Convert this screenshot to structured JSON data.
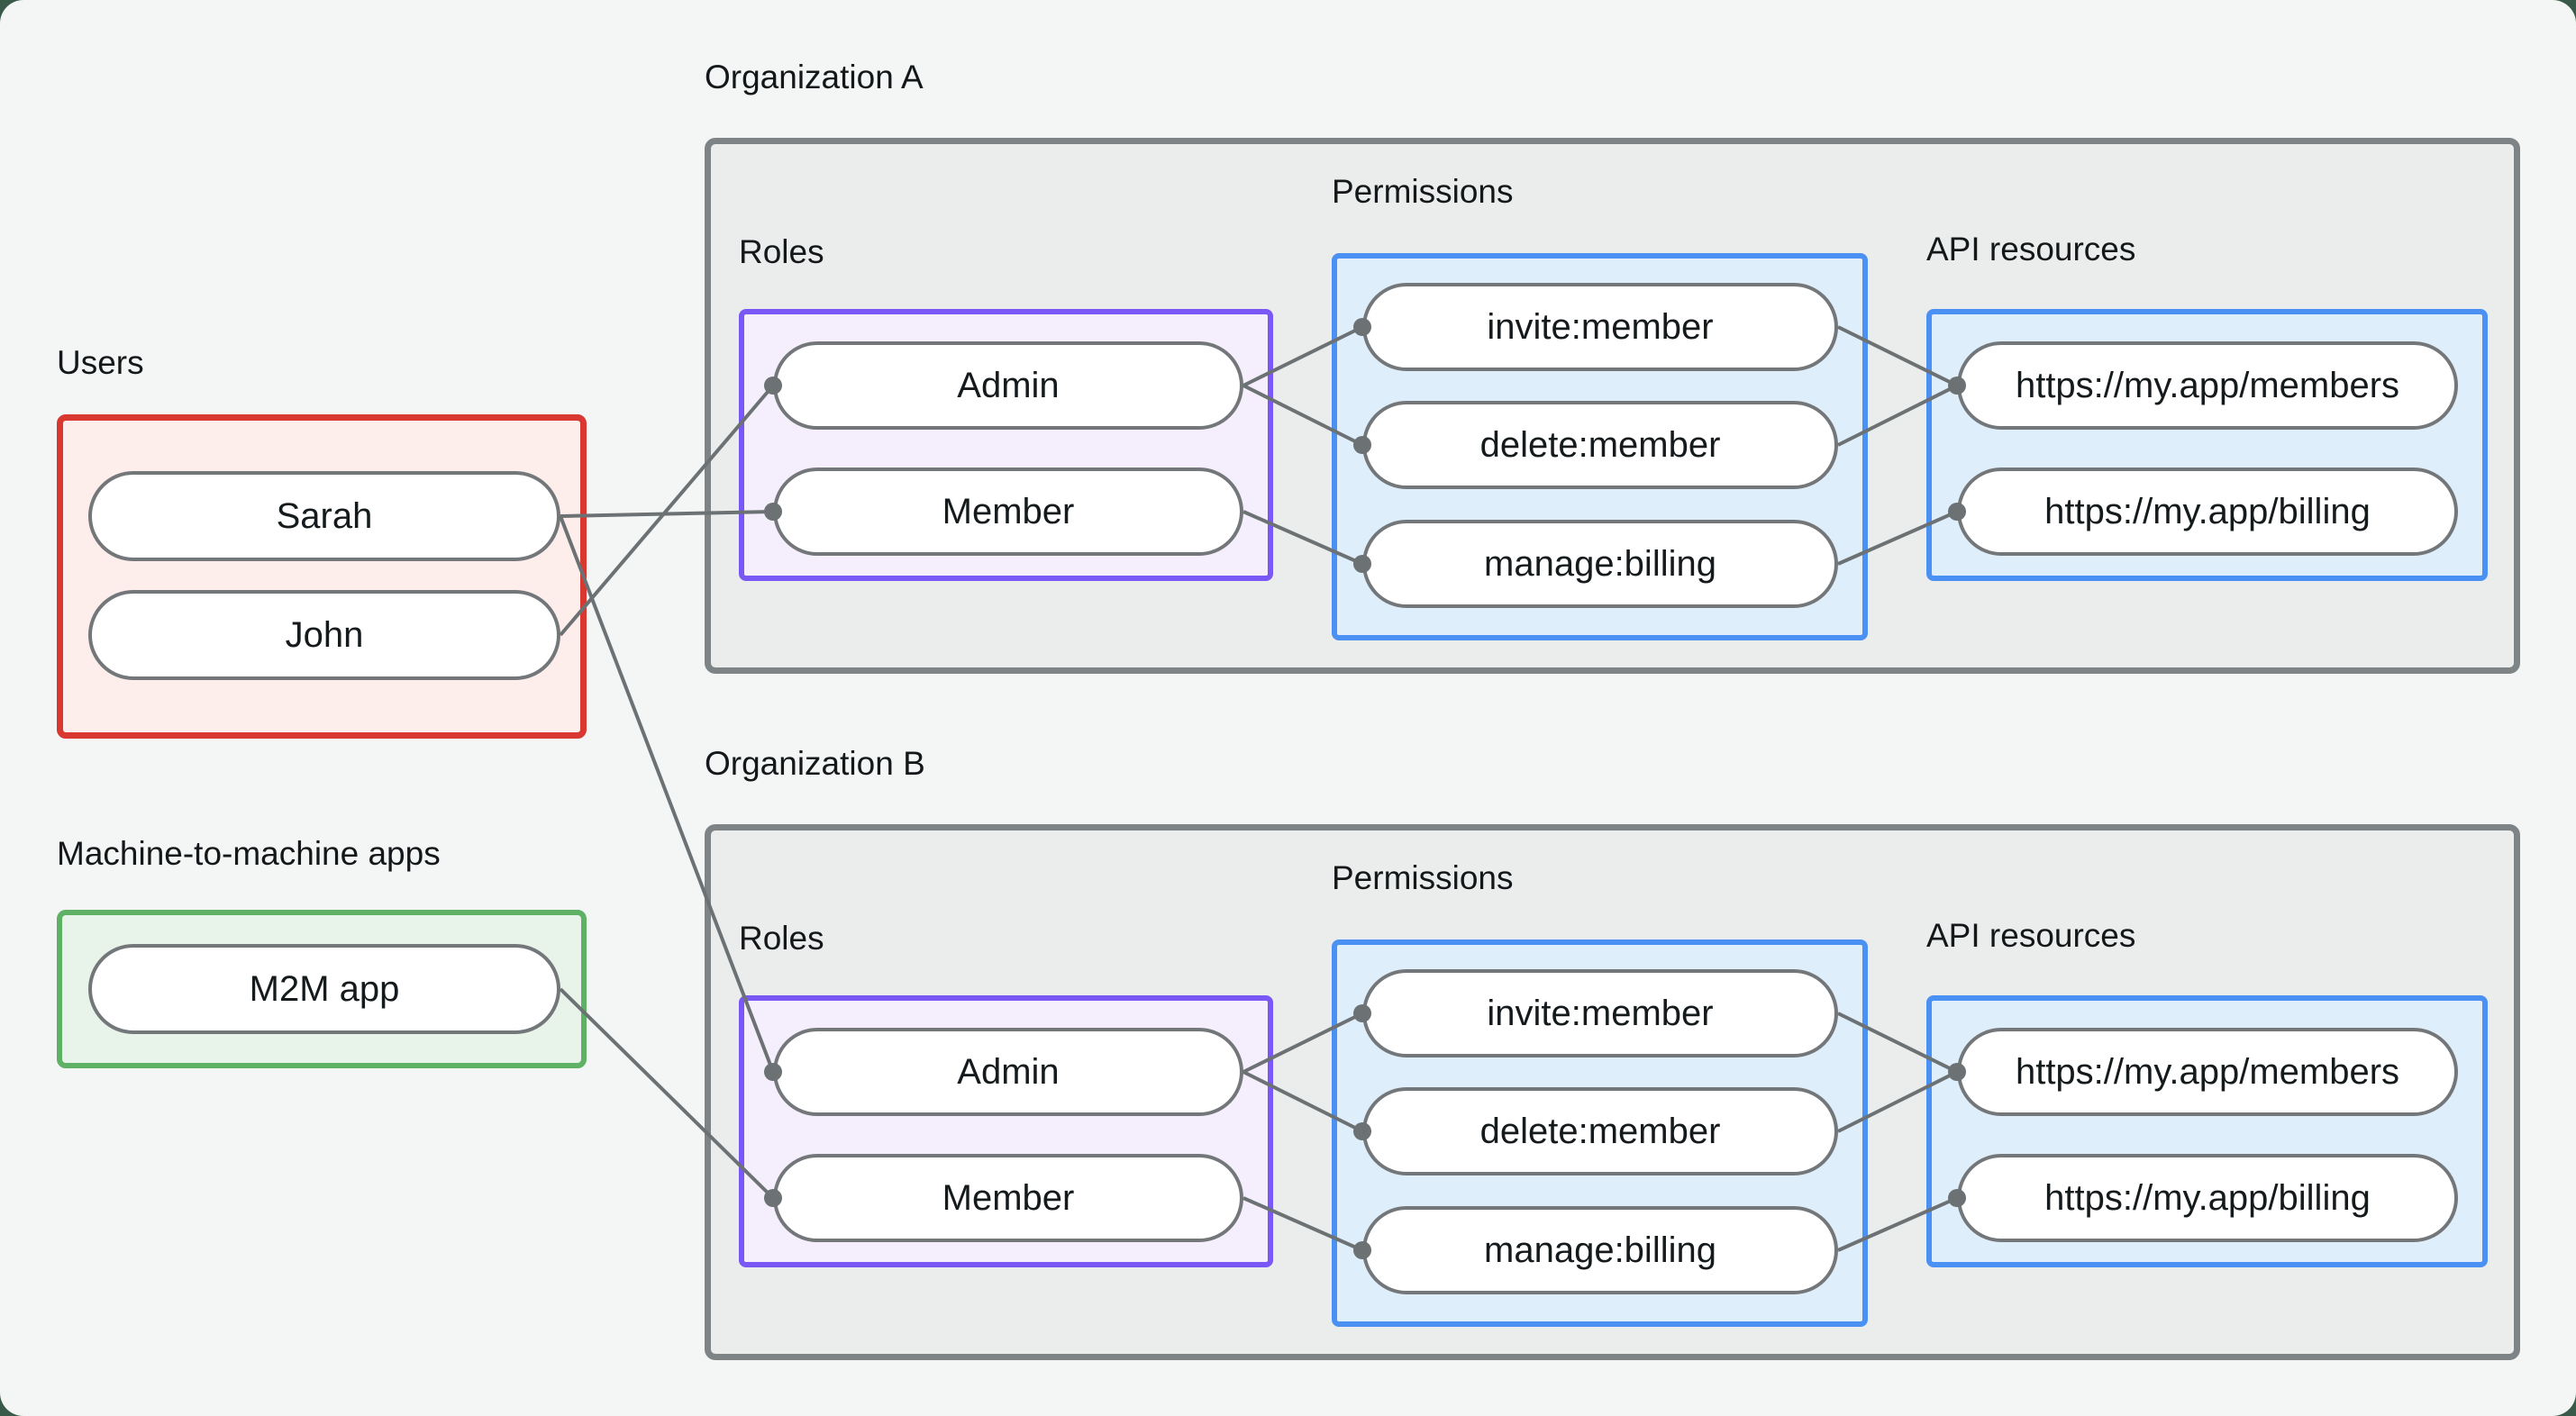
{
  "users_group": {
    "title": "Users",
    "items": [
      "Sarah",
      "John"
    ]
  },
  "m2m_group": {
    "title": "Machine-to-machine apps",
    "items": [
      "M2M app"
    ]
  },
  "orgs": [
    {
      "title": "Organization A",
      "roles": {
        "title": "Roles",
        "items": [
          "Admin",
          "Member"
        ]
      },
      "permissions": {
        "title": "Permissions",
        "items": [
          "invite:member",
          "delete:member",
          "manage:billing"
        ]
      },
      "api": {
        "title": "API resources",
        "items": [
          "https://my.app/members",
          "https://my.app/billing"
        ]
      }
    },
    {
      "title": "Organization B",
      "roles": {
        "title": "Roles",
        "items": [
          "Admin",
          "Member"
        ]
      },
      "permissions": {
        "title": "Permissions",
        "items": [
          "invite:member",
          "delete:member",
          "manage:billing"
        ]
      },
      "api": {
        "title": "API resources",
        "items": [
          "https://my.app/members",
          "https://my.app/billing"
        ]
      }
    }
  ],
  "connections": [
    {
      "from": "Sarah",
      "to": "Organization A / Member"
    },
    {
      "from": "John",
      "to": "Organization A / Admin"
    },
    {
      "from": "Sarah",
      "to": "Organization B / Admin"
    },
    {
      "from": "M2M app",
      "to": "Organization B / Member"
    },
    {
      "from": "Organization A / Admin",
      "to": "Organization A / invite:member"
    },
    {
      "from": "Organization A / Admin",
      "to": "Organization A / delete:member"
    },
    {
      "from": "Organization A / Member",
      "to": "Organization A / manage:billing"
    },
    {
      "from": "Organization A / invite:member",
      "to": "Organization A / https://my.app/members"
    },
    {
      "from": "Organization A / delete:member",
      "to": "Organization A / https://my.app/members"
    },
    {
      "from": "Organization A / manage:billing",
      "to": "Organization A / https://my.app/billing"
    },
    {
      "from": "Organization B / Admin",
      "to": "Organization B / invite:member"
    },
    {
      "from": "Organization B / Admin",
      "to": "Organization B / delete:member"
    },
    {
      "from": "Organization B / Member",
      "to": "Organization B / manage:billing"
    },
    {
      "from": "Organization B / invite:member",
      "to": "Organization B / https://my.app/members"
    },
    {
      "from": "Organization B / delete:member",
      "to": "Organization B / https://my.app/members"
    },
    {
      "from": "Organization B / manage:billing",
      "to": "Organization B / https://my.app/billing"
    }
  ],
  "colors": {
    "page_bg": "#f4f6f5",
    "backdrop": "#3a5a49",
    "users_border": "#d93831",
    "m2m_border": "#5fb166",
    "roles_border": "#7a58f5",
    "blue_border": "#4b91f4",
    "org_border": "#7e8486",
    "connector": "#6c7174"
  }
}
